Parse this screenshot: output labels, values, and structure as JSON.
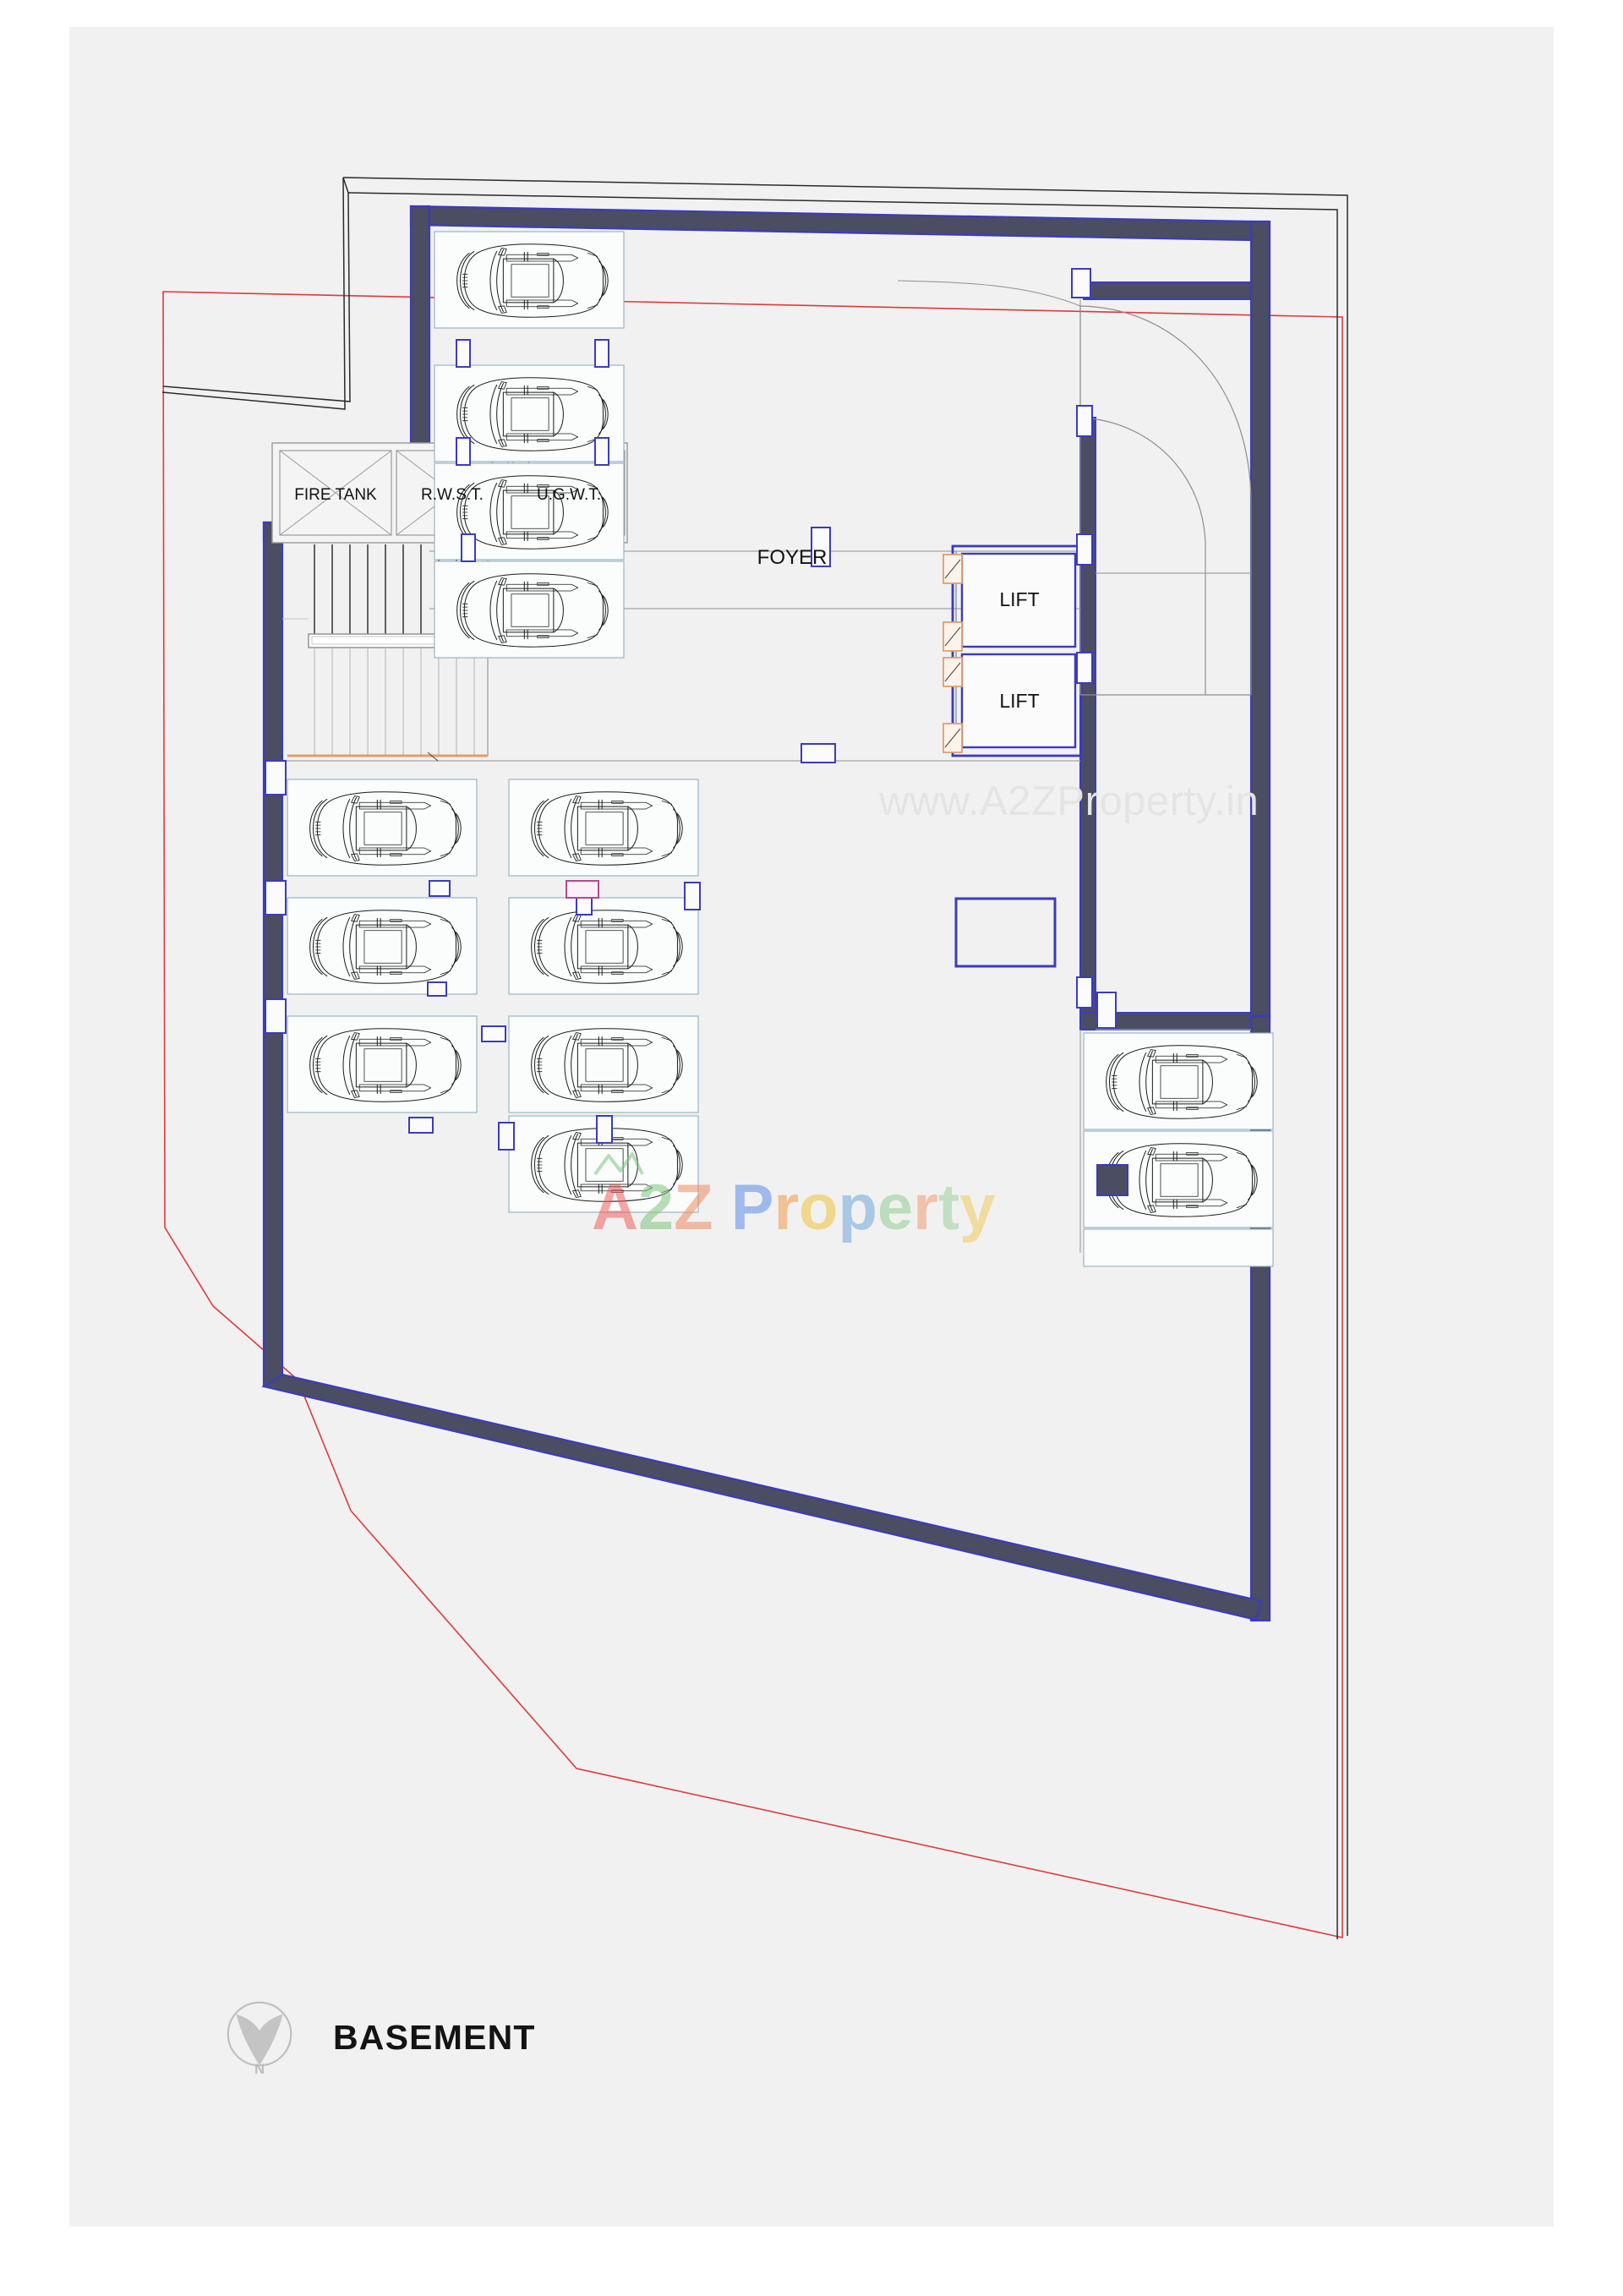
{
  "sheet": {
    "title": "BASEMENT",
    "north_label": "N",
    "background_color": "#f1f1f1"
  },
  "watermarks": {
    "url": "www.A2ZProperty.in",
    "logo_text": "A2Z Property",
    "logo_parts": [
      "A",
      "2",
      "Z",
      "P",
      "r",
      "o",
      "p",
      "e",
      "r",
      "t",
      "y"
    ]
  },
  "colors": {
    "site_boundary": "#e03a3a",
    "setback_line": "#2b2b2b",
    "structural_wall": "#4b4d63",
    "wall_outline": "#3b3bbf",
    "parking_bay": "#8fb0bf",
    "car_linework": "#1b1b1b",
    "door_swing": "#e0a06a",
    "column_fill": "#4b4d63",
    "tank_hatch": "#8e8e8e",
    "stair_tread": "#333333",
    "paper": "#f1f1f1"
  },
  "rooms": [
    {
      "name": "FIRE TANK",
      "type": "water-tank"
    },
    {
      "name": "R.W.S.T.",
      "type": "water-tank"
    },
    {
      "name": "U.G.W.T.",
      "type": "water-tank"
    },
    {
      "name": "FOYER",
      "type": "circulation"
    },
    {
      "name": "LIFT",
      "type": "elevator"
    },
    {
      "name": "LIFT",
      "type": "elevator"
    }
  ],
  "labels": {
    "fire_tank": "FIRE TANK",
    "rwst": "R.W.S.T.",
    "ugwt": "U.G.W.T.",
    "foyer": "FOYER",
    "lift_1": "LIFT",
    "lift_2": "LIFT"
  },
  "parking": {
    "total_bays": 14,
    "groups": [
      {
        "id": "north-row",
        "orientation": "horizontal",
        "count": 4,
        "position": "top-left-of-core"
      },
      {
        "id": "south-column-a",
        "orientation": "horizontal",
        "count": 3,
        "position": "bottom-left"
      },
      {
        "id": "south-column-b",
        "orientation": "horizontal",
        "count": 4,
        "position": "bottom-middle"
      },
      {
        "id": "east-column",
        "orientation": "horizontal",
        "count": 2,
        "position": "bottom-right"
      },
      {
        "id": "spare",
        "orientation": "horizontal",
        "count": 1,
        "position": "bottom-right-lower"
      }
    ]
  },
  "features": {
    "staircase": {
      "name": "staircase",
      "treads": 11,
      "has_mid_landing": true
    },
    "ramp": {
      "name": "vehicle-ramp",
      "shape": "curved",
      "location": "east"
    },
    "lift_lobby": {
      "name": "lift-lobby",
      "doors": 4
    }
  },
  "drawing_type": "architectural-floor-plan"
}
